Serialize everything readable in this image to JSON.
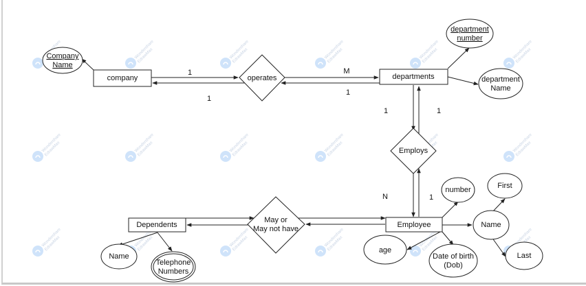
{
  "diagram": {
    "type": "ER diagram",
    "watermark": "Wondershare EdrawMax",
    "colors": {
      "stroke": "#222222",
      "watermark": "#cfe3fa",
      "background": "#ffffff"
    },
    "entities": {
      "company": "company",
      "departments": "departments",
      "employee": "Employee",
      "dependents": "Dependents"
    },
    "relationships": {
      "operates": "operates",
      "employs": "Employs",
      "may_have_line1": "May or",
      "may_have_line2": "May not have"
    },
    "attributes": {
      "company_name_line1": "Company",
      "company_name_line2": "Name",
      "dept_number_line1": "department",
      "dept_number_line2": "number",
      "dept_name_line1": "department",
      "dept_name_line2": "Name",
      "emp_number": "number",
      "emp_age": "age",
      "emp_dob_line1": "Date of birth",
      "emp_dob_line2": "(Dob)",
      "emp_name": "Name",
      "emp_name_first": "First",
      "emp_name_last": "Last",
      "dep_name": "Name",
      "dep_phone_line1": "Telephone",
      "dep_phone_line2": "Numbers"
    },
    "cardinalities": {
      "company_operates_top": "1",
      "company_operates_bottom": "1",
      "operates_departments_top": "M",
      "operates_departments_bottom": "1",
      "departments_employs_left": "1",
      "departments_employs_right": "1",
      "employs_employee_left": "N",
      "employs_employee_right": "1"
    }
  }
}
